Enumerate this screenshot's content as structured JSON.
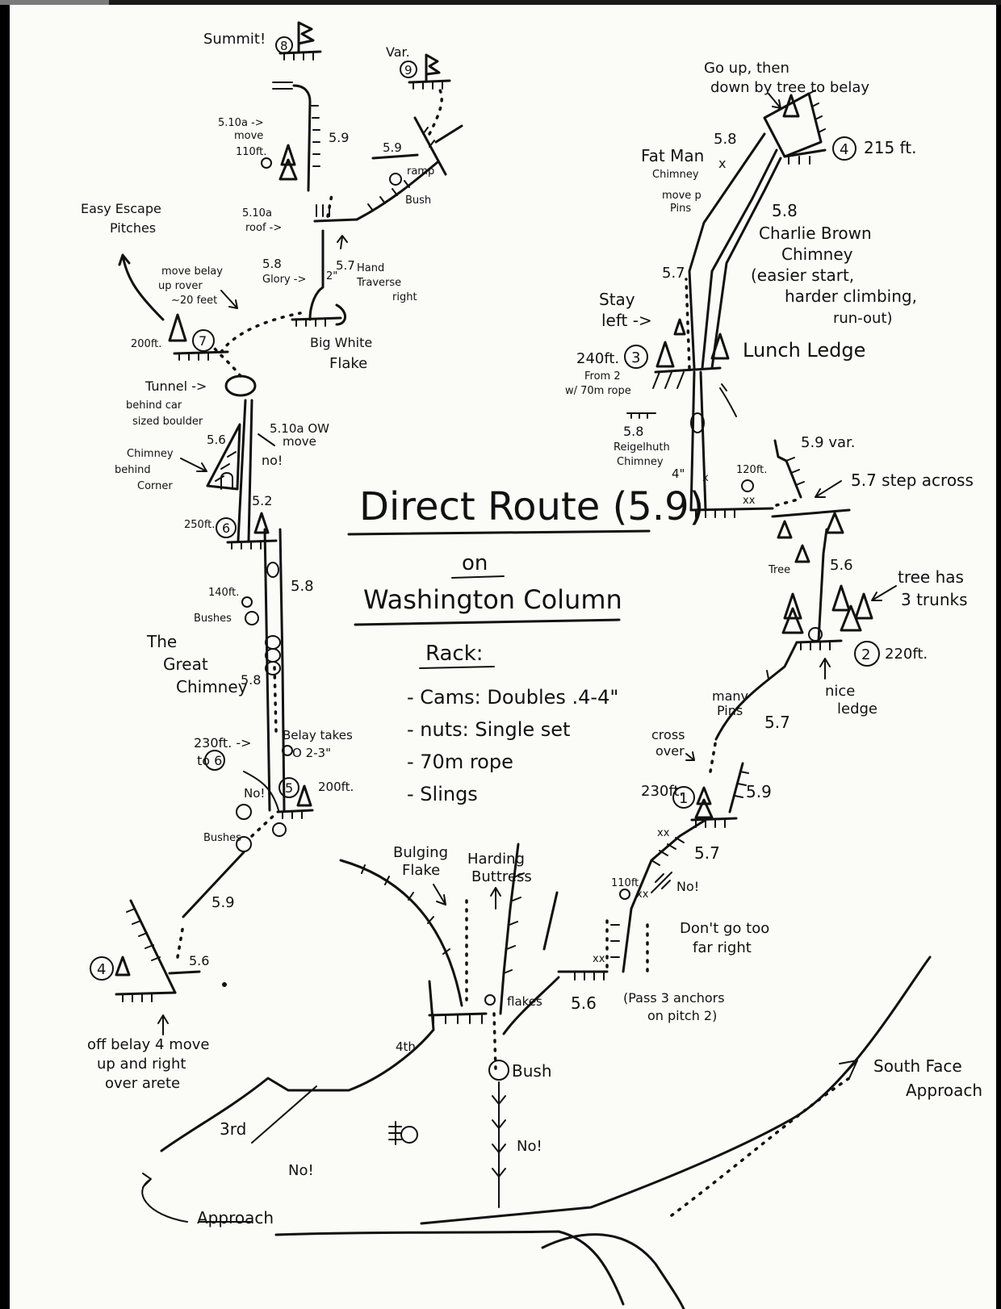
{
  "title": {
    "line1": "Direct Route (5.9)",
    "line2": "on",
    "line3": "Washington Column"
  },
  "rack": {
    "heading": "Rack:",
    "items": [
      "- Cams: Doubles .4-4\"",
      "- nuts: Single set",
      "- 70m rope",
      "- Slings"
    ]
  },
  "labels": {
    "summit": "Summit!",
    "var": "Var.",
    "p8": "8",
    "p9": "9",
    "easy_escape_1": "Easy Escape",
    "easy_escape_2": "Pitches",
    "move_belay_1": "move belay",
    "move_belay_2": "up rover",
    "move_belay_3": "~20 feet",
    "g510a_move_1": "5.10a ->",
    "g510a_move_2": "move",
    "g59_a": "5.9",
    "ft110_top": "110ft.",
    "g59_b": "5.9",
    "ramp": "ramp",
    "bush_top": "Bush",
    "g510a_roof_1": "5.10a",
    "g510a_roof_2": "roof ->",
    "g58_glory_1": "5.8",
    "g58_glory_2": "Glory ->",
    "two_inch": "2\"",
    "g57_hand_1": "5.7",
    "g57_hand_2": "Hand",
    "g57_hand_3": "Traverse",
    "g57_hand_4": "right",
    "ft200_left": "200ft.",
    "p7": "7",
    "big_white_1": "Big White",
    "big_white_2": "Flake",
    "tunnel_1": "Tunnel ->",
    "tunnel_2": "behind car",
    "tunnel_3": "sized boulder",
    "chimney_corner_1": "Chimney",
    "chimney_corner_2": "behind",
    "chimney_corner_3": "Corner",
    "g56_a": "5.6",
    "g510a_ow_1": "5.10a OW",
    "g510a_ow_2": "move",
    "no_a": "no!",
    "ft250": "250ft.",
    "p6": "6",
    "g52": "5.2",
    "ft140": "140ft.",
    "bushes_a": "Bushes",
    "g58_a": "5.8",
    "great_chimney_1": "The",
    "great_chimney_2": "Great",
    "great_chimney_3": "Chimney",
    "g58_b": "5.8",
    "ft230_1": "230ft. ->",
    "ft230_2": "to 6",
    "belay_takes_1": "Belay takes",
    "belay_takes_2": "O 2-3\"",
    "no_b": "No!",
    "p5": "5",
    "ft200_five": "200ft.",
    "bushes_b": "Bushes",
    "g59_c": "5.9",
    "g56_b": "5.6",
    "p4_left": "4",
    "off_belay_1": "off belay 4 move",
    "off_belay_2": "up and right",
    "off_belay_3": "over arete",
    "bulging_1": "Bulging",
    "bulging_2": "Flake",
    "harding_1": "Harding",
    "harding_2": "Buttress",
    "fourth": "4th",
    "flakes": "flakes",
    "bush_base": "Bush",
    "no_c": "No!",
    "third": "3rd",
    "no_d": "No!",
    "approach": "Approach",
    "south_face_1": "South Face",
    "south_face_2": "Approach",
    "g56_c": "5.6",
    "pass_3_1": "(Pass 3 anchors",
    "pass_3_2": "on pitch 2)",
    "dont_go_1": "Don't go too",
    "dont_go_2": "far right",
    "ft110_right": "110ft.",
    "no_e": "No!",
    "g57_b": "5.7",
    "ft230_right": "230ft.",
    "p1": "1",
    "g59_d": "5.9",
    "cross_1": "cross",
    "cross_2": "over",
    "many_1": "many",
    "many_2": "Pins",
    "g57_c": "5.7",
    "nice_1": "nice",
    "nice_2": "ledge",
    "p2": "2",
    "ft220": "220ft.",
    "tree_1": "tree has",
    "tree_2": "3 trunks",
    "tree_lbl": "Tree",
    "g56_d": "5.6",
    "g57_step": "5.7 step across",
    "g59_var": "5.9 var.",
    "ft120": "120ft.",
    "g58_reig_1": "5.8",
    "g58_reig_2": "Reigelhuth",
    "g58_reig_3": "Chimney",
    "four_in": "4\"",
    "ft240_1": "240ft.",
    "p3": "3",
    "ft240_2": "From 2",
    "ft240_3": "w/ 70m rope",
    "lunch": "Lunch Ledge",
    "stay_1": "Stay",
    "stay_2": "left ->",
    "g57_d": "5.7",
    "fatman_1": "Fat Man",
    "fatman_2": "Chimney",
    "g58_c": "5.8",
    "move_pins_1": "move p",
    "move_pins_2": "Pins",
    "charlie_1": "5.8",
    "charlie_2": "Charlie Brown",
    "charlie_3": "Chimney",
    "charlie_4": "(easier start,",
    "charlie_5": "harder climbing,",
    "charlie_6": "run-out)",
    "goup_1": "Go up, then",
    "goup_2": "down by tree to belay",
    "p4_right": "4",
    "ft215": "215 ft."
  }
}
